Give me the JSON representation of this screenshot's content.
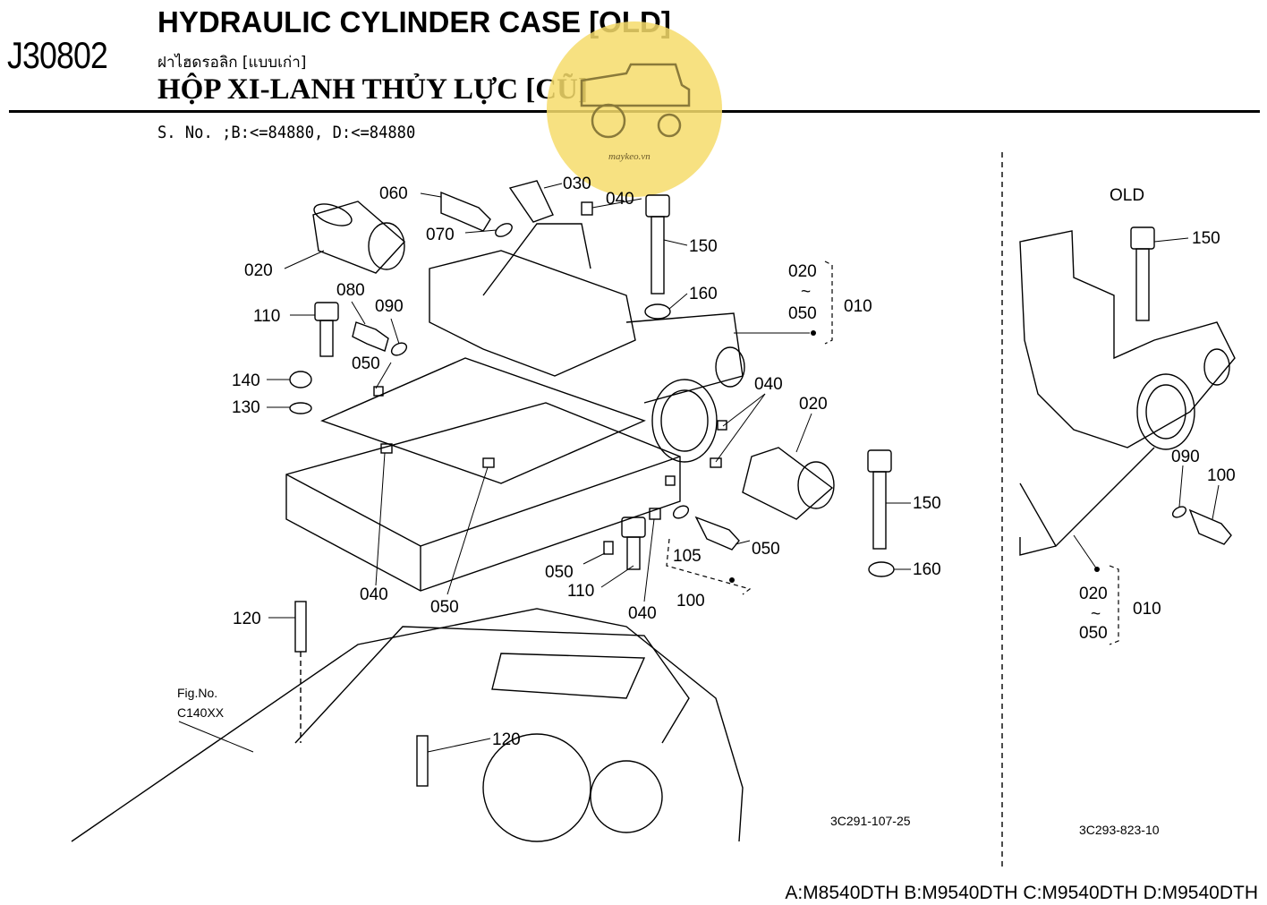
{
  "header": {
    "code": "J30802",
    "title_en": "HYDRAULIC CYLINDER CASE [OLD]",
    "title_th": "ฝาไฮดรอลิก [แบบเก่า]",
    "title_vi": "HỘP XI-LANH THỦY LỰC [CŨ]",
    "serial": "S. No. ;B:<=84880, D:<=84880"
  },
  "watermark": {
    "text": "maykeo.vn",
    "color": "#f6dc6b"
  },
  "main_labels": {
    "p060": "060",
    "p030": "030",
    "p040a": "040",
    "p070": "070",
    "p020a": "020",
    "p150a": "150",
    "p160a": "160",
    "p020b": "020",
    "tilde_a": "~",
    "p050a": "050",
    "p010a": "010",
    "p080": "080",
    "p110a": "110",
    "p090a": "090",
    "p050b": "050",
    "p140": "140",
    "p130": "130",
    "p040b": "040",
    "p020c": "020",
    "p150b": "150",
    "p050c": "050",
    "p105": "105",
    "p160b": "160",
    "p050d": "050",
    "p110b": "110",
    "p040c": "040",
    "p050e": "050",
    "p040d": "040",
    "p100a": "100",
    "p120a": "120",
    "p120b": "120"
  },
  "fig_ref": {
    "line1": "Fig.No.",
    "line2": "C140XX"
  },
  "drawing_codes": {
    "main": "3C291-107-25",
    "old": "3C293-823-10"
  },
  "old_panel": {
    "title": "OLD",
    "p150": "150",
    "p090": "090",
    "p100": "100",
    "p020": "020",
    "tilde": "~",
    "p050": "050",
    "p010": "010"
  },
  "models": "A:M8540DTH B:M9540DTH C:M9540DTH D:M9540DTH"
}
